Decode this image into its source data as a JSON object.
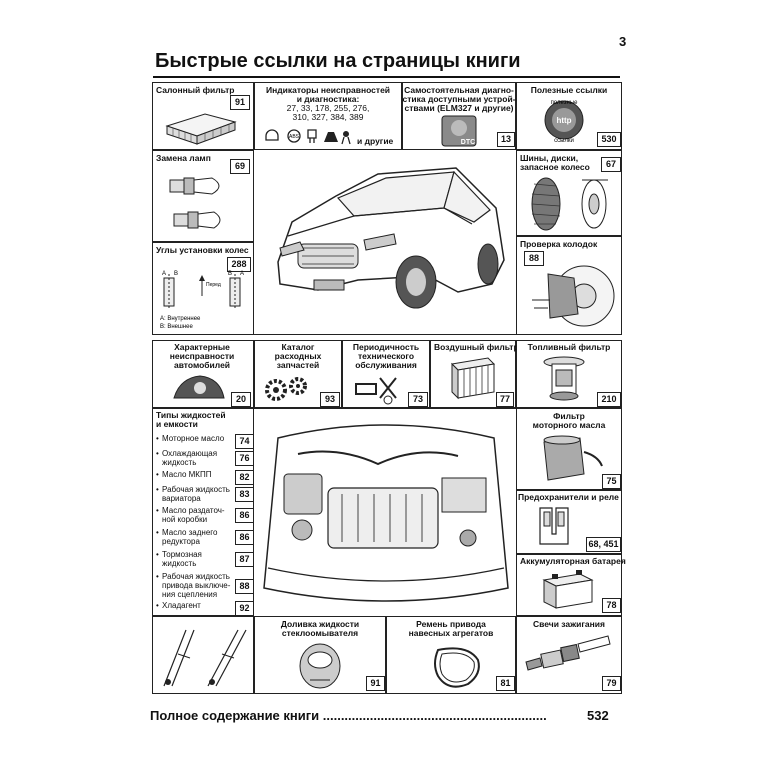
{
  "page_number": "3",
  "title": "Быстрые ссылки на страницы книги",
  "cells": {
    "cabin_filter": {
      "label": "Салонный фильтр",
      "page": "91"
    },
    "fault_indicators": {
      "label_lines": [
        "Индикаторы неисправностей",
        "и диагностика:",
        "27, 33, 178, 255, 276,",
        "310, 327, 384, 389"
      ],
      "suffix": "и другие"
    },
    "self_diag": {
      "label_lines": [
        "Самостоятельная диагно-",
        "стика доступными устрой-",
        "ствами (ELM327 и другие)"
      ],
      "page": "13",
      "icon_text": "DTC"
    },
    "useful_links": {
      "label": "Полезные ссылки",
      "page": "530",
      "icon_top": "полезные",
      "icon_mid": "http",
      "icon_bottom": "ссылки"
    },
    "lamp_replacement": {
      "label": "Замена ламп",
      "page": "69"
    },
    "tires": {
      "label_lines": [
        "Шины, диски,",
        "запасное колесо"
      ],
      "page": "67"
    },
    "wheel_alignment": {
      "label": "Углы установки колес",
      "page": "288",
      "fig_a": "A",
      "fig_b": "B",
      "fig_forward": "Перед",
      "legend_a": "A: Внутреннее",
      "legend_b": "B: Внешнее"
    },
    "brake_check": {
      "label": "Проверка колодок",
      "page": "88"
    },
    "typical_faults": {
      "label_lines": [
        "Характерные",
        "неисправности",
        "автомобилей"
      ],
      "page": "20"
    },
    "parts_catalog": {
      "label_lines": [
        "Каталог",
        "расходных",
        "запчастей"
      ],
      "page": "93"
    },
    "service_intervals": {
      "label_lines": [
        "Периодичность",
        "технического",
        "обслуживания"
      ],
      "page": "73"
    },
    "air_filter": {
      "label": "Воздушный фильтр",
      "page": "77"
    },
    "fuel_filter": {
      "label": "Топливный фильтр",
      "page": "210"
    },
    "fluids": {
      "label_lines": [
        "Типы жидкостей",
        "и емкости"
      ],
      "items": [
        {
          "lines": [
            "Моторное масло"
          ],
          "page": "74"
        },
        {
          "lines": [
            "Охлаждающая",
            "жидкость"
          ],
          "page": "76"
        },
        {
          "lines": [
            "Масло МКПП"
          ],
          "page": "82"
        },
        {
          "lines": [
            "Рабочая жидкость",
            "вариатора"
          ],
          "page": "83"
        },
        {
          "lines": [
            "Масло раздаточ-",
            "ной коробки"
          ],
          "page": "86"
        },
        {
          "lines": [
            "Масло заднего",
            "редуктора"
          ],
          "page": "86"
        },
        {
          "lines": [
            "Тормозная",
            "жидкость"
          ],
          "page": "87"
        },
        {
          "lines": [
            "Рабочая жидкость",
            "привода выключе-",
            "ния сцепления"
          ],
          "page": "88"
        },
        {
          "lines": [
            "Хладагент"
          ],
          "page": "92"
        }
      ]
    },
    "oil_filter": {
      "label_lines": [
        "Фильтр",
        "моторного масла"
      ],
      "page": "75"
    },
    "fuses": {
      "label": "Предохранители и реле",
      "page": "68, 451"
    },
    "battery": {
      "label": "Аккумуляторная батарея",
      "page": "78"
    },
    "washer_fluid": {
      "label_lines": [
        "Доливка жидкости",
        "стеклоомывателя"
      ],
      "page": "91"
    },
    "drive_belt": {
      "label_lines": [
        "Ремень привода",
        "навесных агрегатов"
      ],
      "page": "81"
    },
    "spark_plugs": {
      "label": "Свечи зажигания",
      "page": "79"
    }
  },
  "toc": {
    "label": "Полное содержание книги ..............................................................",
    "page": "532"
  }
}
